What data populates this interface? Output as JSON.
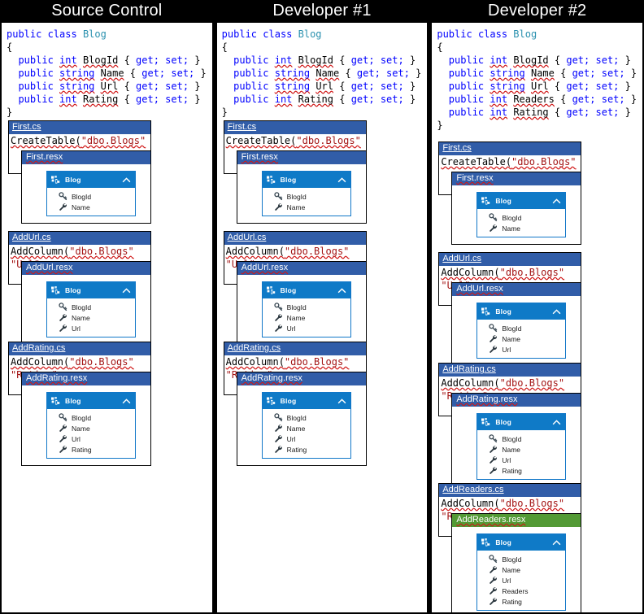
{
  "columns": [
    {
      "title": "Source Control",
      "model": {
        "class_line": {
          "kw1": "public",
          "kw2": "class",
          "type": "Blog"
        },
        "open_brace": "{",
        "close_brace": "}",
        "properties": [
          {
            "modifier": "public",
            "type": "int",
            "name": "BlogId",
            "accessors": "{ get; set; }"
          },
          {
            "modifier": "public",
            "type": "string",
            "name": "Name",
            "accessors": "{ get; set; }"
          },
          {
            "modifier": "public",
            "type": "string",
            "name": "Url",
            "accessors": "{ get; set; }"
          },
          {
            "modifier": "public",
            "type": "int",
            "name": "Rating",
            "accessors": "{ get; set; }"
          }
        ]
      },
      "migrations": [
        {
          "cs_file": "First.cs",
          "cs_code_call": "CreateTable(",
          "cs_code_arg": "\"dbo.Blogs\"",
          "cs_code_line2": "",
          "resx_file": "First.resx",
          "resx_header_color": "blue",
          "entity_name": "Blog",
          "entity_properties": [
            {
              "name": "BlogId",
              "icon": "key-icon"
            },
            {
              "name": "Name",
              "icon": "property-icon"
            }
          ]
        },
        {
          "cs_file": "AddUrl.cs",
          "cs_code_call": "AddColumn(",
          "cs_code_arg": "\"dbo.Blogs\"",
          "cs_code_line2": "\"Url\"",
          "resx_file": "AddUrl.resx",
          "resx_header_color": "blue",
          "entity_name": "Blog",
          "entity_properties": [
            {
              "name": "BlogId",
              "icon": "key-icon"
            },
            {
              "name": "Name",
              "icon": "property-icon"
            },
            {
              "name": "Url",
              "icon": "property-icon"
            }
          ]
        },
        {
          "cs_file": "AddRating.cs",
          "cs_code_call": "AddColumn(",
          "cs_code_arg": "\"dbo.Blogs\"",
          "cs_code_line2": "\"Rating\"",
          "resx_file": "AddRating.resx",
          "resx_header_color": "blue",
          "entity_name": "Blog",
          "entity_properties": [
            {
              "name": "BlogId",
              "icon": "key-icon"
            },
            {
              "name": "Name",
              "icon": "property-icon"
            },
            {
              "name": "Url",
              "icon": "property-icon"
            },
            {
              "name": "Rating",
              "icon": "property-icon"
            }
          ]
        }
      ]
    },
    {
      "title": "Developer #1",
      "model": {
        "class_line": {
          "kw1": "public",
          "kw2": "class",
          "type": "Blog"
        },
        "open_brace": "{",
        "close_brace": "}",
        "properties": [
          {
            "modifier": "public",
            "type": "int",
            "name": "BlogId",
            "accessors": "{ get; set; }"
          },
          {
            "modifier": "public",
            "type": "string",
            "name": "Name",
            "accessors": "{ get; set; }"
          },
          {
            "modifier": "public",
            "type": "string",
            "name": "Url",
            "accessors": "{ get; set; }"
          },
          {
            "modifier": "public",
            "type": "int",
            "name": "Rating",
            "accessors": "{ get; set; }"
          }
        ]
      },
      "migrations": [
        {
          "cs_file": "First.cs",
          "cs_code_call": "CreateTable(",
          "cs_code_arg": "\"dbo.Blogs\"",
          "cs_code_line2": "",
          "resx_file": "First.resx",
          "resx_header_color": "blue",
          "entity_name": "Blog",
          "entity_properties": [
            {
              "name": "BlogId",
              "icon": "key-icon"
            },
            {
              "name": "Name",
              "icon": "property-icon"
            }
          ]
        },
        {
          "cs_file": "AddUrl.cs",
          "cs_code_call": "AddColumn(",
          "cs_code_arg": "\"dbo.Blogs\"",
          "cs_code_line2": "\"Url\"",
          "resx_file": "AddUrl.resx",
          "resx_header_color": "blue",
          "entity_name": "Blog",
          "entity_properties": [
            {
              "name": "BlogId",
              "icon": "key-icon"
            },
            {
              "name": "Name",
              "icon": "property-icon"
            },
            {
              "name": "Url",
              "icon": "property-icon"
            }
          ]
        },
        {
          "cs_file": "AddRating.cs",
          "cs_code_call": "AddColumn(",
          "cs_code_arg": "\"dbo.Blogs\"",
          "cs_code_line2": "\"Rating\"",
          "resx_file": "AddRating.resx",
          "resx_header_color": "blue",
          "entity_name": "Blog",
          "entity_properties": [
            {
              "name": "BlogId",
              "icon": "key-icon"
            },
            {
              "name": "Name",
              "icon": "property-icon"
            },
            {
              "name": "Url",
              "icon": "property-icon"
            },
            {
              "name": "Rating",
              "icon": "property-icon"
            }
          ]
        }
      ]
    },
    {
      "title": "Developer #2",
      "model": {
        "class_line": {
          "kw1": "public",
          "kw2": "class",
          "type": "Blog"
        },
        "open_brace": "{",
        "close_brace": "}",
        "properties": [
          {
            "modifier": "public",
            "type": "int",
            "name": "BlogId",
            "accessors": "{ get; set; }"
          },
          {
            "modifier": "public",
            "type": "string",
            "name": "Name",
            "accessors": "{ get; set; }"
          },
          {
            "modifier": "public",
            "type": "string",
            "name": "Url",
            "accessors": "{ get; set; }"
          },
          {
            "modifier": "public",
            "type": "int",
            "name": "Readers",
            "accessors": "{ get; set; }"
          },
          {
            "modifier": "public",
            "type": "int",
            "name": "Rating",
            "accessors": "{ get; set; }"
          }
        ]
      },
      "migrations": [
        {
          "cs_file": "First.cs",
          "cs_code_call": "CreateTable(",
          "cs_code_arg": "\"dbo.Blogs\"",
          "cs_code_line2": "",
          "resx_file": "First.resx",
          "resx_header_color": "blue",
          "entity_name": "Blog",
          "entity_properties": [
            {
              "name": "BlogId",
              "icon": "key-icon"
            },
            {
              "name": "Name",
              "icon": "property-icon"
            }
          ]
        },
        {
          "cs_file": "AddUrl.cs",
          "cs_code_call": "AddColumn(",
          "cs_code_arg": "\"dbo.Blogs\"",
          "cs_code_line2": "\"Url\"",
          "resx_file": "AddUrl.resx",
          "resx_header_color": "blue",
          "entity_name": "Blog",
          "entity_properties": [
            {
              "name": "BlogId",
              "icon": "key-icon"
            },
            {
              "name": "Name",
              "icon": "property-icon"
            },
            {
              "name": "Url",
              "icon": "property-icon"
            }
          ]
        },
        {
          "cs_file": "AddRating.cs",
          "cs_code_call": "AddColumn(",
          "cs_code_arg": "\"dbo.Blogs\"",
          "cs_code_line2": "\"Rating\"",
          "resx_file": "AddRating.resx",
          "resx_header_color": "blue",
          "entity_name": "Blog",
          "entity_properties": [
            {
              "name": "BlogId",
              "icon": "key-icon"
            },
            {
              "name": "Name",
              "icon": "property-icon"
            },
            {
              "name": "Url",
              "icon": "property-icon"
            },
            {
              "name": "Rating",
              "icon": "property-icon"
            }
          ]
        },
        {
          "cs_file": "AddReaders.cs",
          "cs_code_call": "AddColumn(",
          "cs_code_arg": "\"dbo.Blogs\"",
          "cs_code_line2": "\"Readers\"",
          "resx_file": "AddReaders.resx",
          "resx_header_color": "green",
          "entity_name": "Blog",
          "entity_properties": [
            {
              "name": "BlogId",
              "icon": "key-icon"
            },
            {
              "name": "Name",
              "icon": "property-icon"
            },
            {
              "name": "Url",
              "icon": "property-icon"
            },
            {
              "name": "Readers",
              "icon": "property-icon"
            },
            {
              "name": "Rating",
              "icon": "property-icon"
            }
          ]
        }
      ]
    }
  ],
  "colors": {
    "background": "#000000",
    "panel": "#ffffff",
    "file_header_blue": "#315da8",
    "file_header_green": "#539a35",
    "entity_header_blue": "#0f7ac7",
    "entity_border": "#1177c8",
    "keyword": "#0000ff",
    "type": "#2b91af",
    "string": "#a31515",
    "squiggle_error": "#d01818"
  },
  "icons": {
    "entity": "entity-cluster-icon",
    "collapse": "chevron-up-icon",
    "key": "key-icon",
    "property": "property-wrench-icon"
  }
}
